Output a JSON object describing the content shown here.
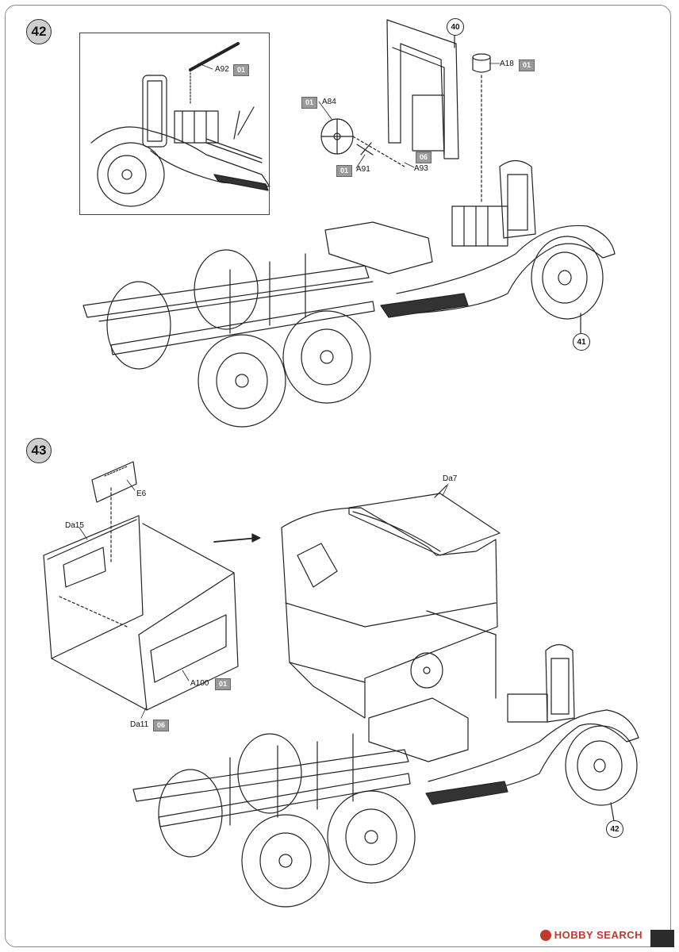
{
  "steps": [
    {
      "number": "42",
      "callouts": {
        "a92": {
          "label": "A92",
          "sprue": "01"
        },
        "a84": {
          "label": "A84",
          "sprue": "01"
        },
        "a91": {
          "label": "A91",
          "sprue": "01"
        },
        "a93": {
          "label": "A93",
          "sprue": "06"
        },
        "a18": {
          "label": "A18",
          "sprue": "01"
        }
      },
      "refs": {
        "top": "40",
        "bottom": "41"
      }
    },
    {
      "number": "43",
      "callouts": {
        "e6": {
          "label": "E6"
        },
        "da15": {
          "label": "Da15"
        },
        "da7": {
          "label": "Da7"
        },
        "a100": {
          "label": "A100",
          "sprue": "01"
        },
        "da11": {
          "label": "Da11",
          "sprue": "06"
        }
      },
      "refs": {
        "bottom": "42"
      }
    }
  ],
  "watermark": {
    "text": "HOBBY SEARCH"
  },
  "colors": {
    "line": "#222222",
    "tag": "#9a9a9a",
    "badge": "#cfcfcf",
    "watermark": "#c0392b"
  }
}
